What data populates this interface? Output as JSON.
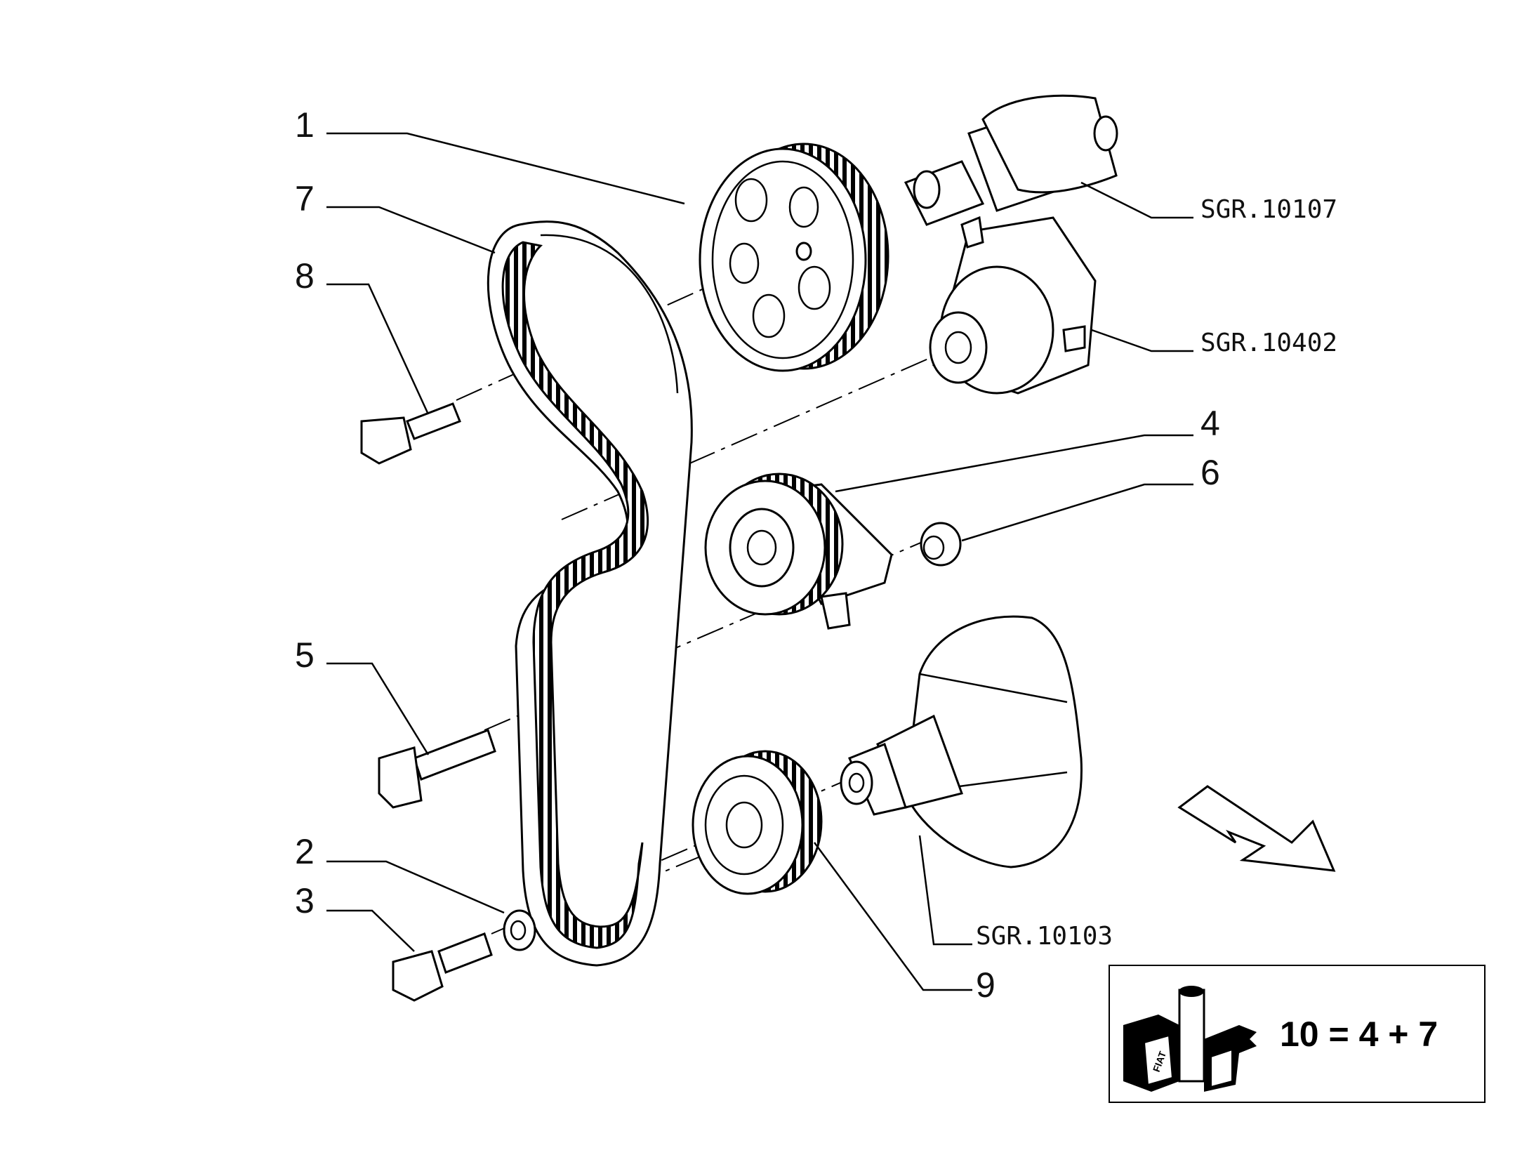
{
  "callouts": {
    "c1": "1",
    "c7": "7",
    "c8": "8",
    "c4": "4",
    "c6": "6",
    "c5": "5",
    "c2": "2",
    "c3": "3",
    "c9": "9"
  },
  "references": {
    "camshaft": "SGR.10107",
    "water_pump": "SGR.10402",
    "crankshaft": "SGR.10103"
  },
  "kit": {
    "formula": "10 = 4 + 7",
    "brand": "FIAT"
  },
  "colors": {
    "line": "#000000",
    "background": "#ffffff"
  },
  "icons": [
    "direction-arrow-icon",
    "parts-kit-icon"
  ]
}
